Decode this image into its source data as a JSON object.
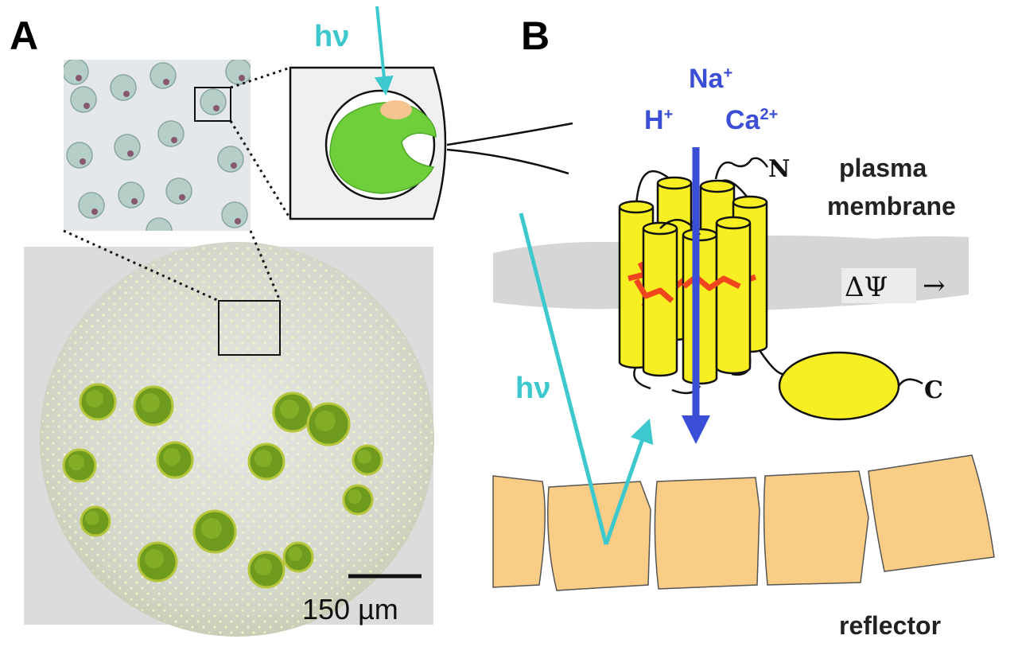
{
  "panels": {
    "a": {
      "label": "A",
      "light_label": "hν",
      "scale_bar": "150 µm"
    },
    "b": {
      "label": "B",
      "light_label": "hν",
      "ions": {
        "na": "Na",
        "na_sup": "+",
        "h": "H",
        "h_sup": "+",
        "ca": "Ca",
        "ca_sup": "2+"
      },
      "n_terminus": "N",
      "c_terminus": "C",
      "membrane_line1": "plasma",
      "membrane_line2": "membrane",
      "potential": "ΔΨ",
      "potential_arrow": "→",
      "reflector": "reflector"
    }
  },
  "colors": {
    "light": "#3cc8cc",
    "ion": "#3b4fd6",
    "helix": "#f7ef22",
    "retinal": "#f0461e",
    "reflector": "#f9cd85",
    "membrane": "#d6d6d6",
    "chloroplast": "#6fcf3a",
    "eyespot": "#f5c490"
  }
}
